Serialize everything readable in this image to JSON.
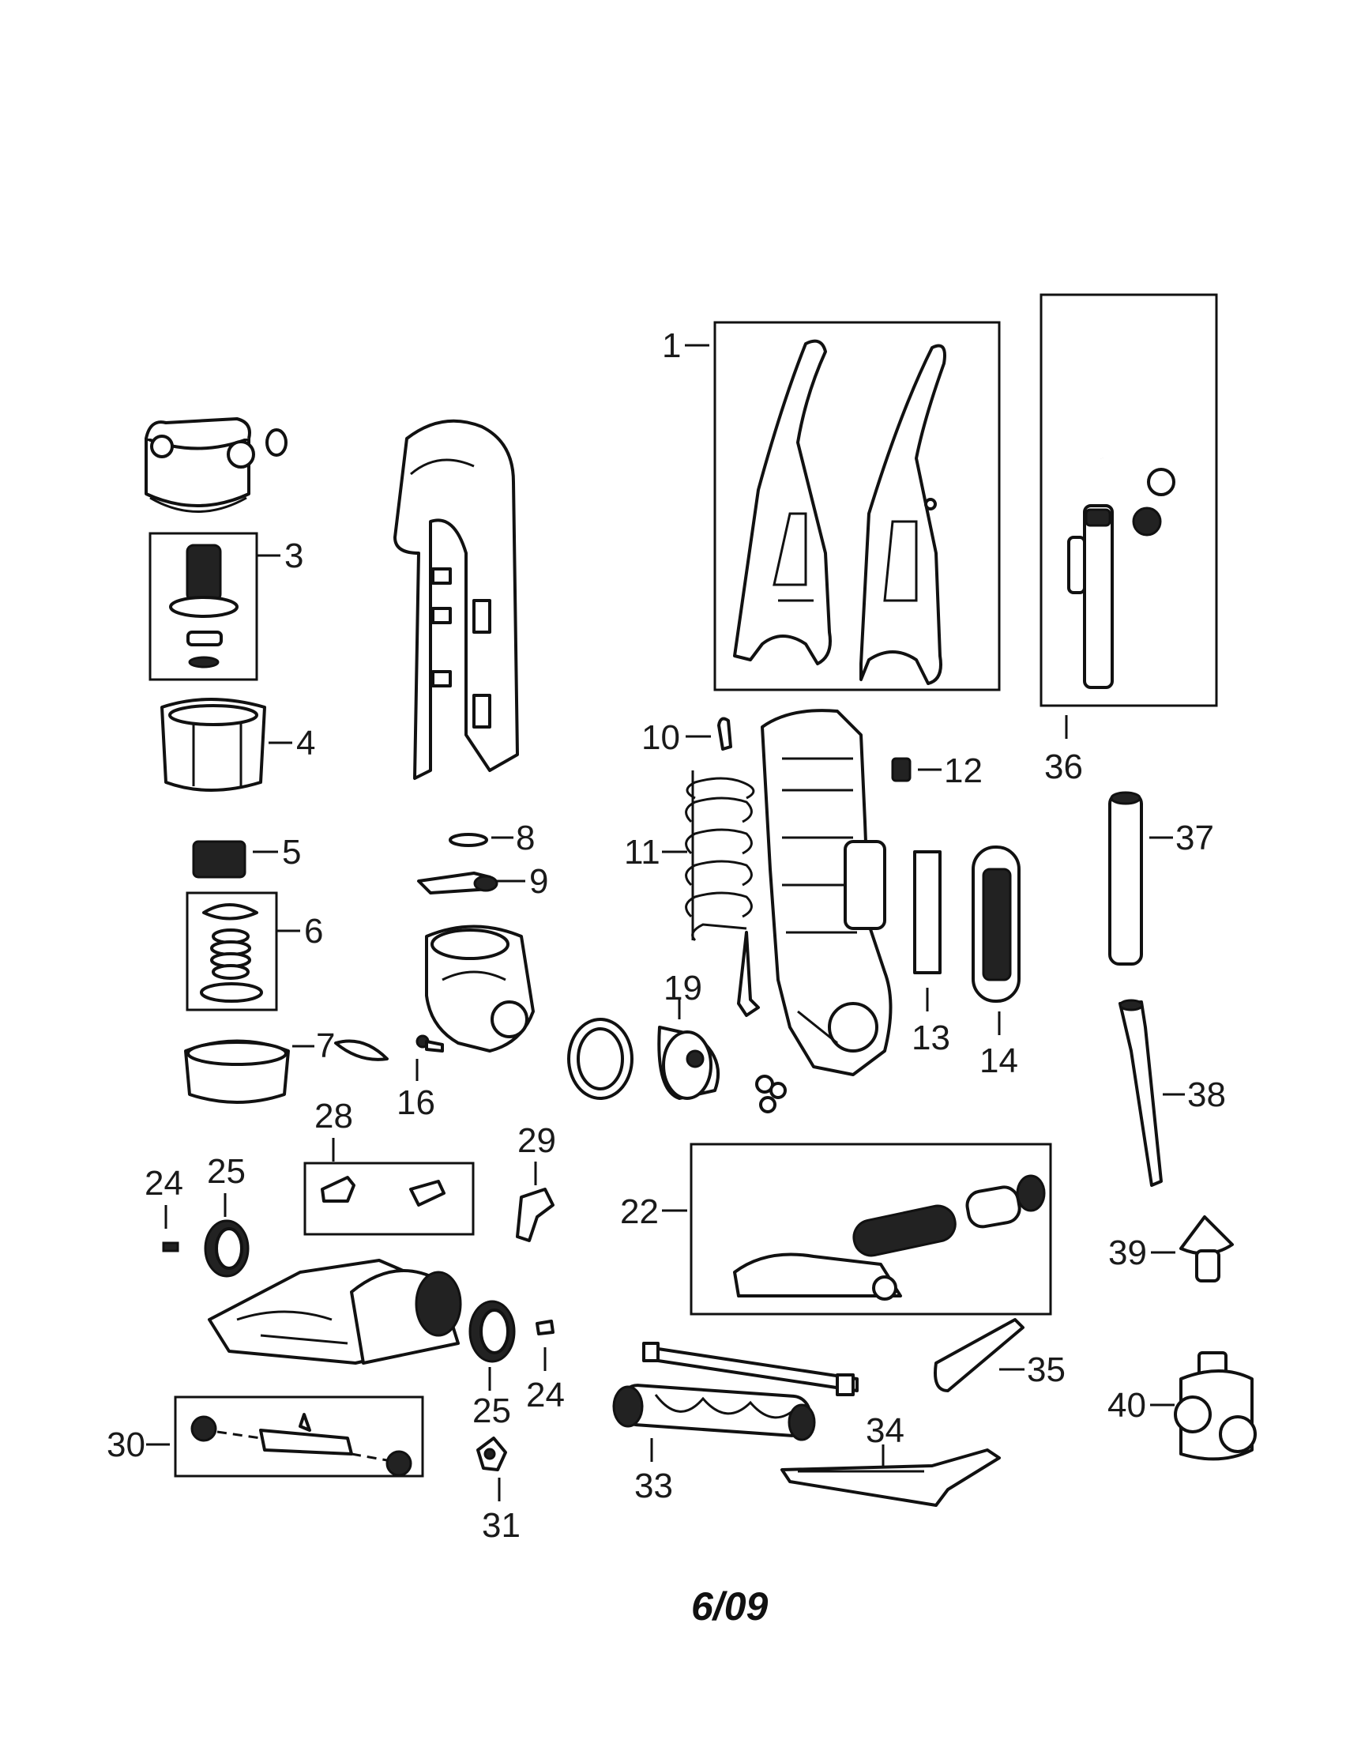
{
  "footer": {
    "date_code": "6/09"
  },
  "labels": {
    "l1": "1",
    "l3": "3",
    "l4": "4",
    "l5": "5",
    "l6": "6",
    "l7": "7",
    "l8": "8",
    "l9": "9",
    "l10": "10",
    "l11": "11",
    "l12": "12",
    "l13": "13",
    "l14": "14",
    "l16": "16",
    "l19": "19",
    "l22": "22",
    "l24a": "24",
    "l24b": "24",
    "l25a": "25",
    "l25b": "25",
    "l28": "28",
    "l29": "29",
    "l30": "30",
    "l31": "31",
    "l33": "33",
    "l34": "34",
    "l35": "35",
    "l36": "36",
    "l37": "37",
    "l38": "38",
    "l39": "39",
    "l40": "40"
  }
}
